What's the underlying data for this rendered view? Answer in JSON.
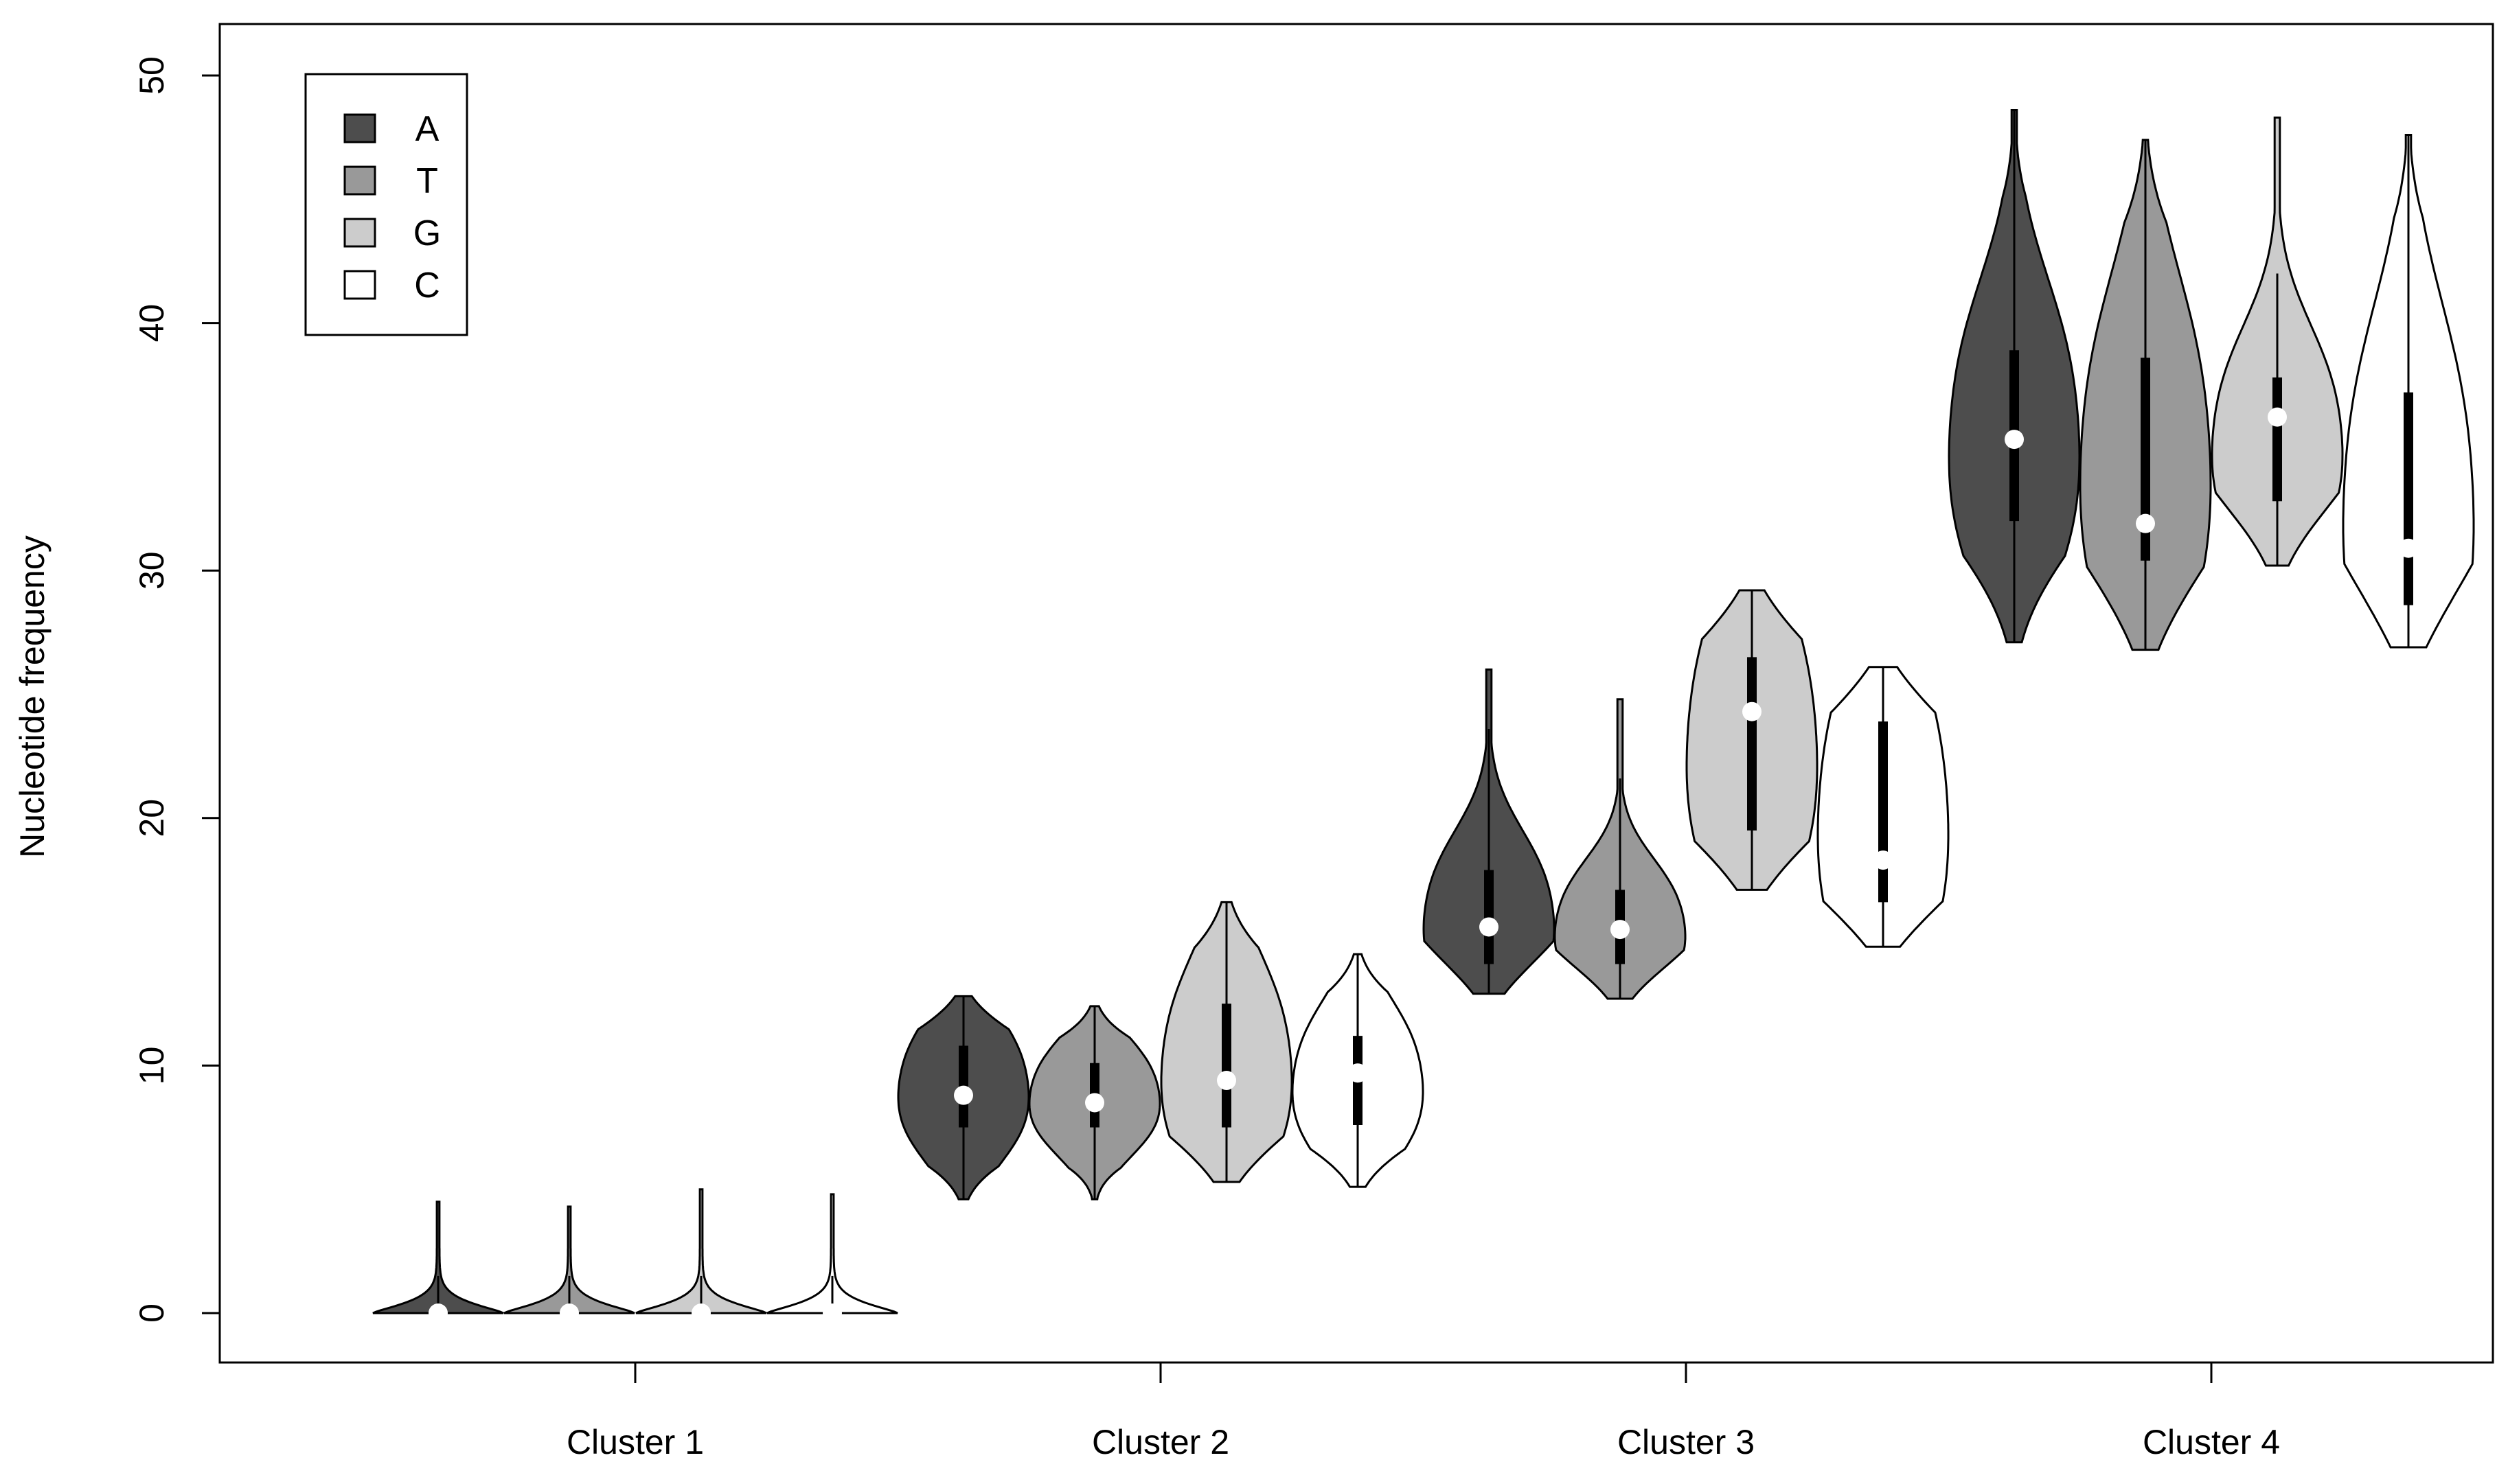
{
  "chart_data": {
    "type": "violin",
    "ylabel": "Nucleotide frequency",
    "ylim": [
      0,
      50
    ],
    "yticks": [
      "0",
      "10",
      "20",
      "30",
      "40",
      "50"
    ],
    "categories": [
      "Cluster 1",
      "Cluster 2",
      "Cluster 3",
      "Cluster 4"
    ],
    "legend": {
      "position": "top-left",
      "entries": [
        {
          "label": "A",
          "color": "#4d4d4d"
        },
        {
          "label": "T",
          "color": "#999999"
        },
        {
          "label": "G",
          "color": "#cccccc"
        },
        {
          "label": "C",
          "color": "#ffffff"
        }
      ]
    },
    "series": [
      {
        "name": "A",
        "color": "#4d4d4d",
        "stats": [
          {
            "min": 0,
            "q1": 0,
            "median": 0,
            "q3": 0.3,
            "max": 4.5,
            "whisker_high": 1.5
          },
          {
            "min": 4.6,
            "q1": 7.5,
            "median": 8.8,
            "q3": 10.8,
            "max": 12.8,
            "whisker_high": 12.8
          },
          {
            "min": 12.9,
            "q1": 14.1,
            "median": 15.6,
            "q3": 17.9,
            "max": 26.0,
            "whisker_high": 23.6
          },
          {
            "min": 27.1,
            "q1": 32.0,
            "median": 35.3,
            "q3": 38.9,
            "max": 48.6,
            "whisker_high": 48.6
          }
        ]
      },
      {
        "name": "T",
        "color": "#999999",
        "stats": [
          {
            "min": 0,
            "q1": 0,
            "median": 0,
            "q3": 0.3,
            "max": 4.3,
            "whisker_high": 1.5
          },
          {
            "min": 4.6,
            "q1": 7.5,
            "median": 8.5,
            "q3": 10.1,
            "max": 12.4,
            "whisker_high": 12.4
          },
          {
            "min": 12.7,
            "q1": 14.1,
            "median": 15.5,
            "q3": 17.1,
            "max": 24.8,
            "whisker_high": 21.6
          },
          {
            "min": 26.8,
            "q1": 30.4,
            "median": 31.9,
            "q3": 38.6,
            "max": 47.4,
            "whisker_high": 47.4
          }
        ]
      },
      {
        "name": "G",
        "color": "#cccccc",
        "stats": [
          {
            "min": 0,
            "q1": 0,
            "median": 0,
            "q3": 0.3,
            "max": 5.0,
            "whisker_high": 1.5
          },
          {
            "min": 5.3,
            "q1": 7.5,
            "median": 9.4,
            "q3": 12.5,
            "max": 16.6,
            "whisker_high": 16.6
          },
          {
            "min": 17.1,
            "q1": 19.5,
            "median": 24.3,
            "q3": 26.5,
            "max": 29.2,
            "whisker_high": 29.2
          },
          {
            "min": 30.2,
            "q1": 32.8,
            "median": 36.2,
            "q3": 37.8,
            "max": 48.3,
            "whisker_high": 42.0
          }
        ]
      },
      {
        "name": "C",
        "color": "#ffffff",
        "stats": [
          {
            "min": 0,
            "q1": 0,
            "median": 0,
            "q3": 0.3,
            "max": 4.8,
            "whisker_high": 1.5
          },
          {
            "min": 5.1,
            "q1": 7.6,
            "median": 9.7,
            "q3": 11.2,
            "max": 14.5,
            "whisker_high": 14.5
          },
          {
            "min": 14.8,
            "q1": 16.6,
            "median": 18.3,
            "q3": 23.9,
            "max": 26.1,
            "whisker_high": 26.1
          },
          {
            "min": 26.9,
            "q1": 28.6,
            "median": 30.9,
            "q3": 37.2,
            "max": 47.6,
            "whisker_high": 47.6
          }
        ]
      }
    ]
  }
}
